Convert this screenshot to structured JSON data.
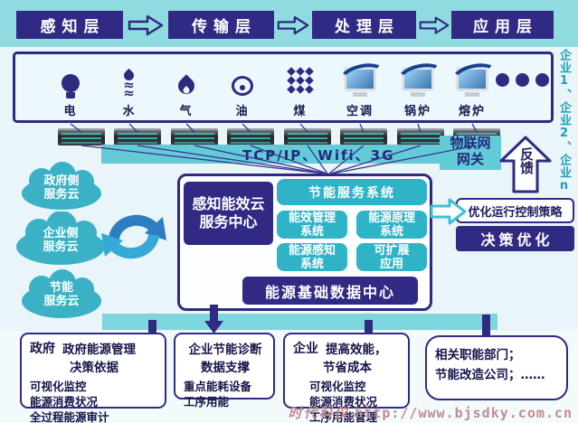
{
  "colors": {
    "navy": "#312a85",
    "teal_box": "#2fb3c7",
    "band_cyan": "#63cbd8",
    "top_strip": "#8fdbe0",
    "cloud_teal": "#3ab1c5",
    "rail_teal": "#1fa0b8",
    "watermark_pink": "#c18c92"
  },
  "header": {
    "layers": [
      "感知层",
      "传输层",
      "处理层",
      "应用层"
    ]
  },
  "enterprise_rail": "企业1、企业2、企业n",
  "devices": {
    "items": [
      {
        "label": "电",
        "icon": "bulb-icon"
      },
      {
        "label": "水",
        "icon": "water-drop-icon"
      },
      {
        "label": "气",
        "icon": "flame-icon"
      },
      {
        "label": "油",
        "icon": "oil-barrel-icon"
      },
      {
        "label": "煤",
        "icon": "coal-grid-icon"
      },
      {
        "label": "空调",
        "icon": "monitor-icon"
      },
      {
        "label": "锅炉",
        "icon": "monitor-icon"
      },
      {
        "label": "熔炉",
        "icon": "monitor-icon"
      }
    ]
  },
  "network": {
    "protocols": "TCP/IP、Wifi、3G",
    "gateway_line1": "物联网",
    "gateway_line2": "网关",
    "feedback": "反馈"
  },
  "clouds": [
    {
      "line1": "政府侧",
      "line2": "服务云"
    },
    {
      "line1": "企业侧",
      "line2": "服务云"
    },
    {
      "line1": "节能",
      "line2": "服务云"
    }
  ],
  "center": {
    "title_line1": "感知能效云",
    "title_line2": "服务中心",
    "system_top": "节能服务系统",
    "systems": [
      {
        "l1": "能效管理",
        "l2": "系统"
      },
      {
        "l1": "能源原理",
        "l2": "系统"
      },
      {
        "l1": "能源感知",
        "l2": "系统"
      },
      {
        "l1": "可扩展",
        "l2": "应用"
      }
    ],
    "data_center": "能源基础数据中心"
  },
  "right_panel": {
    "strategy": "优化运行控制策略",
    "decision": "决策优化"
  },
  "bottom": {
    "boxes": [
      {
        "tag": "政府",
        "title1": "政府能源管理",
        "title2": "决策依据",
        "items": [
          "可视化监控",
          "能源消费状况",
          "全过程能源审计"
        ]
      },
      {
        "title1": "企业节能诊断",
        "title2": "数据支撑",
        "items": [
          "重点能耗设备",
          "工序用能"
        ]
      },
      {
        "tag": "企业",
        "title1": "提高效能，",
        "title2": "节省成本",
        "items": [
          "可视化监控",
          "能源消费状况",
          "工序用能管理"
        ]
      },
      {
        "line1": "相关职能部门；",
        "line2": "节能改造公司；……"
      }
    ]
  },
  "watermark": {
    "brand": "时代科仪",
    "url": "http://www.bjsdky.com.cn"
  }
}
